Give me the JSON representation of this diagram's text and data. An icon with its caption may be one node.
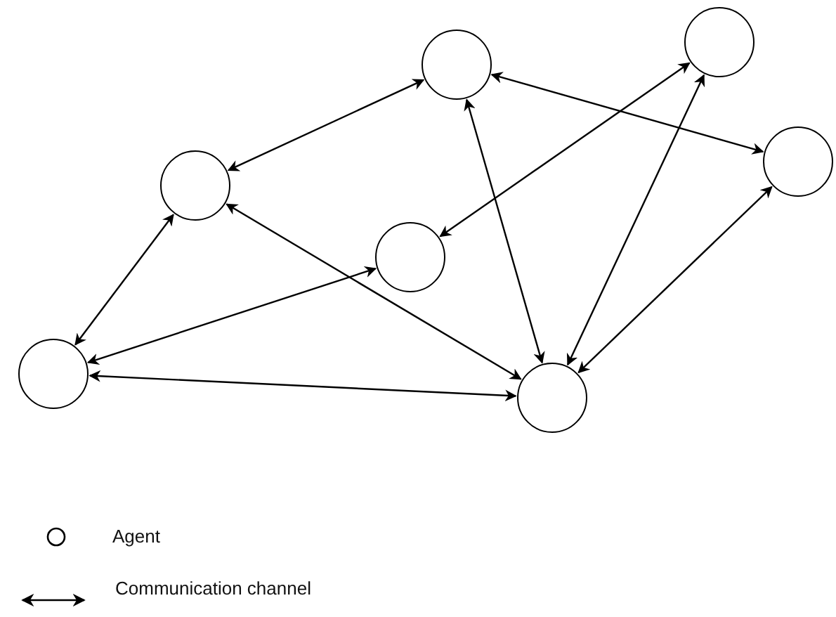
{
  "diagram": {
    "nodes": [
      {
        "text": [],
        "shape": "circle"
      },
      {
        "text": [],
        "shape": "circle"
      },
      {
        "text": [],
        "shape": "circle"
      },
      {
        "text": [],
        "shape": "circle"
      },
      {
        "text": [],
        "shape": "circle"
      },
      {
        "text": [],
        "shape": "circle"
      },
      {
        "text": [],
        "shape": "circle"
      }
    ],
    "edges": [
      {
        "from": 1,
        "to": 3,
        "arrow": "both"
      },
      {
        "from": 1,
        "to": 6,
        "arrow": "both"
      },
      {
        "from": 1,
        "to": 2,
        "arrow": "both"
      },
      {
        "from": 0,
        "to": 4,
        "arrow": "both"
      },
      {
        "from": 0,
        "to": 6,
        "arrow": "both"
      },
      {
        "from": 2,
        "to": 6,
        "arrow": "both"
      },
      {
        "from": 3,
        "to": 5,
        "arrow": "both"
      },
      {
        "from": 3,
        "to": 6,
        "arrow": "both"
      },
      {
        "from": 4,
        "to": 5,
        "arrow": "both"
      },
      {
        "from": 5,
        "to": 6,
        "arrow": "both"
      }
    ],
    "legend": [
      {
        "text": "Agent"
      },
      {
        "text": "Communication channel"
      }
    ]
  }
}
